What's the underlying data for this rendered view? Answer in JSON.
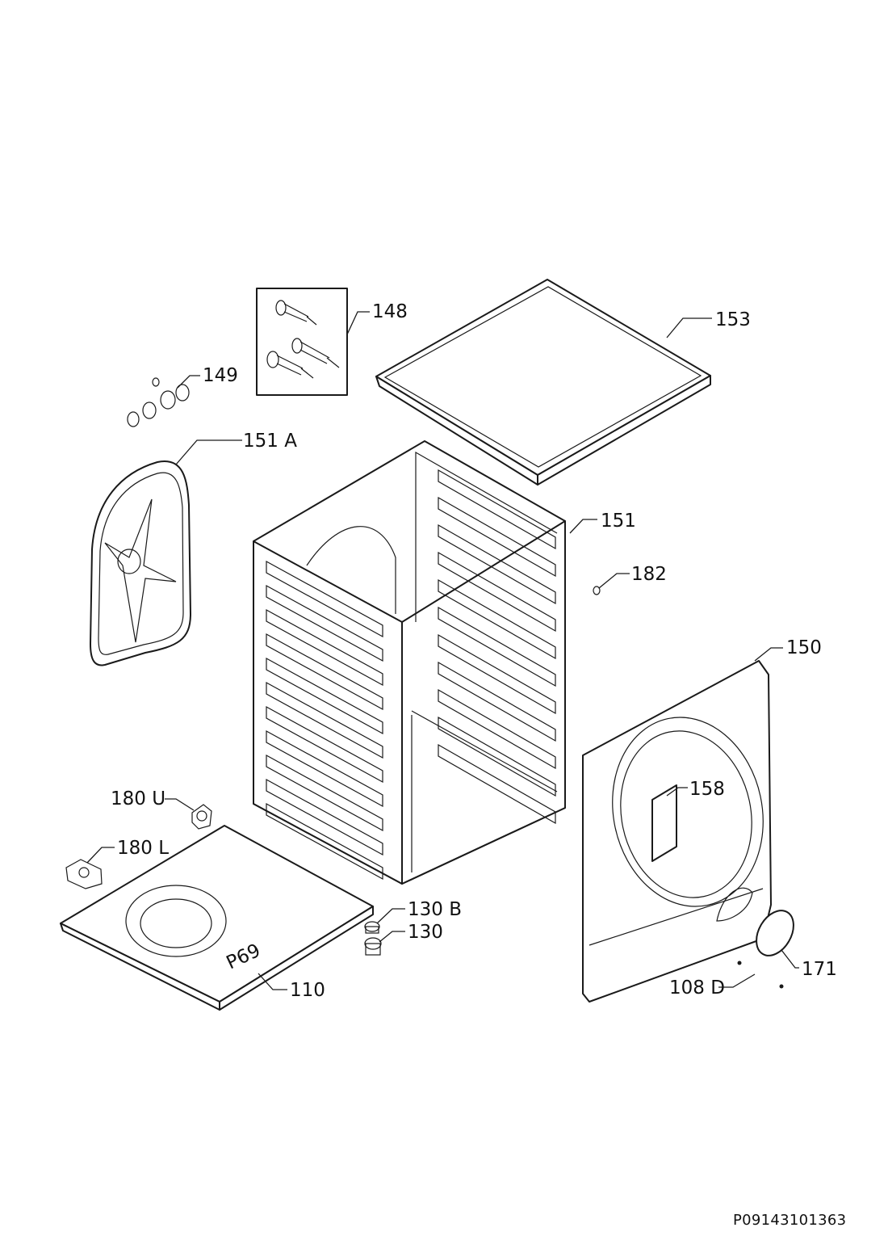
{
  "labels": {
    "p148": "148",
    "p153": "153",
    "p149": "149",
    "p151a": "151 A",
    "p151": "151",
    "p182": "182",
    "p150": "150",
    "p158": "158",
    "p180u": "180 U",
    "p180l": "180 L",
    "p130b": "130 B",
    "p130": "130",
    "p110": "110",
    "p171": "171",
    "p108d": "108 D"
  },
  "base_mark": "P69",
  "drawing_code": "P09143101363"
}
